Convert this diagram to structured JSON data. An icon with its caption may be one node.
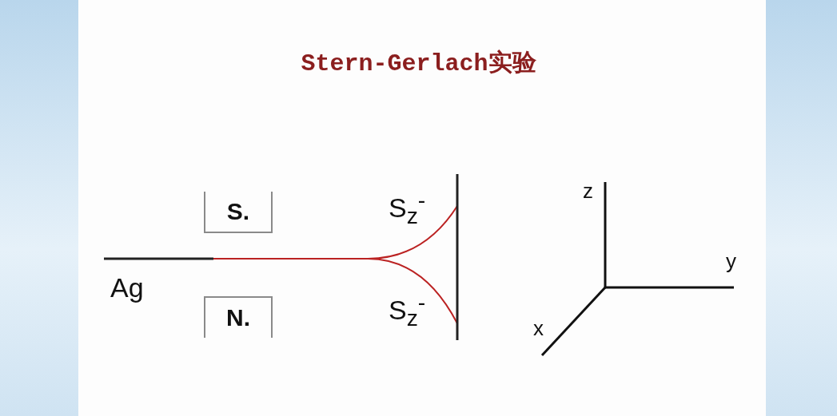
{
  "diagram": {
    "title": "Stern-Gerlach实验",
    "nodes": [
      {
        "text": [
          "S."
        ]
      },
      {
        "text": [
          "N."
        ]
      }
    ],
    "edges": [],
    "labels": [
      "Ag",
      "S$_{z}$$^{-}$",
      "S$_{z}$$^{-}$",
      "z",
      "y",
      "x"
    ]
  }
}
